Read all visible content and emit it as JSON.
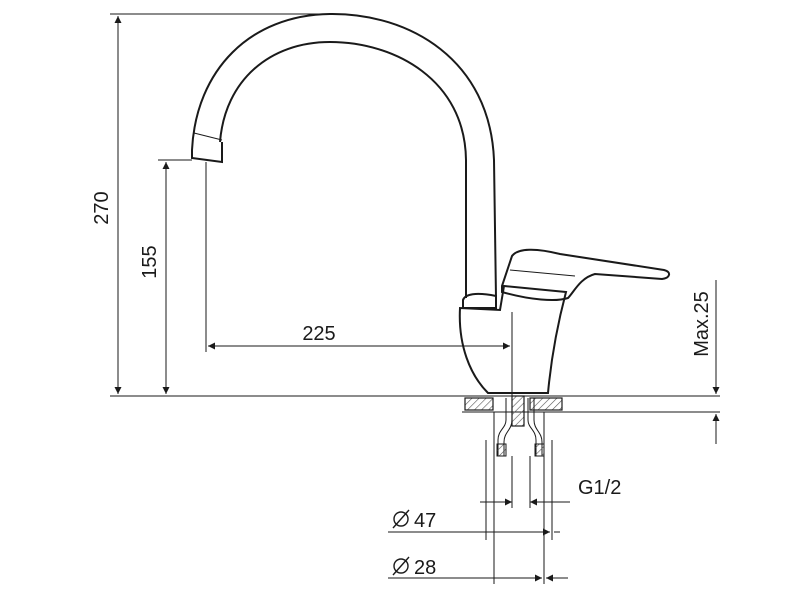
{
  "dimensions": {
    "total_height": "270",
    "spout_height": "155",
    "spout_reach": "225",
    "max_thickness": "Max.25",
    "thread": "G1/2",
    "diameter_47": "47",
    "diameter_28": "28"
  },
  "colors": {
    "line": "#1a1a1a",
    "background": "#ffffff",
    "hatch": "#555555"
  }
}
